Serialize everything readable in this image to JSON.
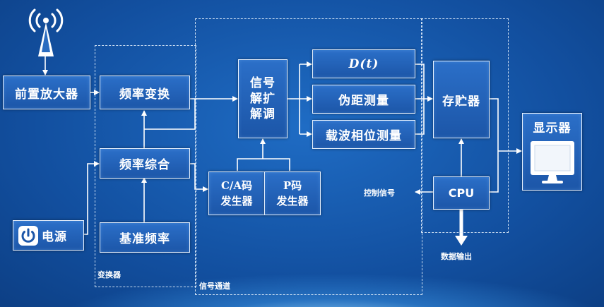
{
  "blocks": {
    "preamp": "前置放大器",
    "freq_convert": "频率变换",
    "freq_synth": "频率综合",
    "ref_freq": "基准频率",
    "power": "电源",
    "demod_lines": [
      "信号",
      "解扩",
      "解调"
    ],
    "ca_code_lines": [
      "C/A码",
      "发生器"
    ],
    "p_code_lines": [
      "P码",
      "发生器"
    ],
    "doppler": "D(t)",
    "pseudorange": "伪距测量",
    "carrier_phase": "载波相位测量",
    "storage": "存贮器",
    "cpu": "CPU",
    "display": "显示器"
  },
  "labels": {
    "converter": "变换器",
    "signal_channel": "信号通道",
    "control_signal": "控制信号",
    "data_output": "数据输出"
  },
  "icons": {
    "antenna": "antenna-icon",
    "power": "power-icon",
    "monitor": "monitor-icon"
  },
  "colors": {
    "block_fill": "#2260b4",
    "line": "#ffffff",
    "background": "#124f9f"
  }
}
